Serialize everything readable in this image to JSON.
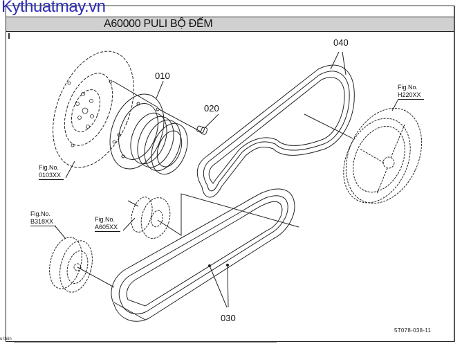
{
  "header": {
    "title": "A60000 PULI BỘ ĐẾM",
    "watermark": "Kythuatmay.vn"
  },
  "callouts": {
    "part_010": "010",
    "part_020": "020",
    "part_030": "030",
    "part_040": "040"
  },
  "fig_refs": [
    {
      "label": "Fig.No.",
      "code": "0103XX"
    },
    {
      "label": "Fig.No.",
      "code": "H220XX"
    },
    {
      "label": "Fig.No.",
      "code": "B318XX"
    },
    {
      "label": "Fig.No.",
      "code": "A605XX"
    }
  ],
  "drawing_id": "5T078-038-11",
  "footer_text": "u thôn"
}
